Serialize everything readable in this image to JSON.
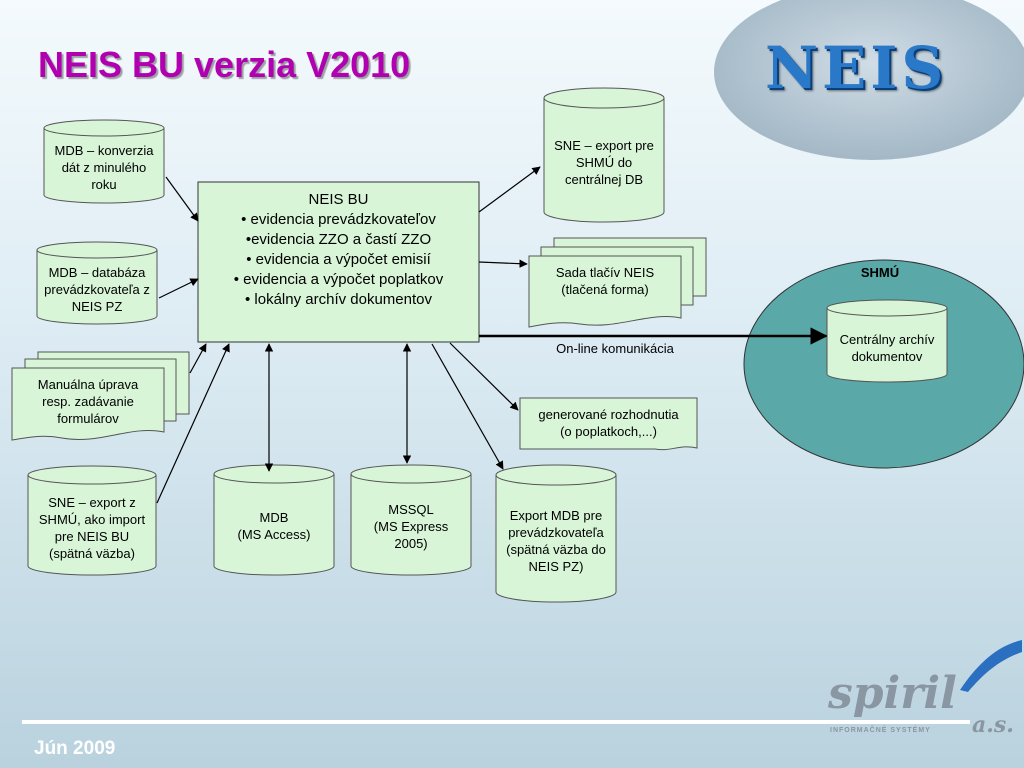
{
  "title": "NEIS BU verzia V2010",
  "footer_date": "Jún 2009",
  "logos": {
    "neis": "NEIS",
    "spiril": "spiril",
    "spiril_suffix": "a.s.",
    "spiril_subtitle": "INFORMAČNÉ SYSTÉMY"
  },
  "colors": {
    "title": "#b000b0",
    "node_fill": "#d8f5d8",
    "shmu_fill": "#5aa8a8",
    "arrow": "#000000"
  },
  "nodes": {
    "mdb_konverzia": "MDB – konverzia\ndát z minulého\nroku",
    "mdb_databaza": "MDB – databáza\nprevádzkovateľa z\nNEIS PZ",
    "manualna_uprava": "Manuálna úprava\nresp. zadávanie\nformulárov",
    "sne_export_shmu": "SNE – export z\nSHMÚ, ako import\npre NEIS BU\n(spätná väzba)",
    "neis_bu": "NEIS BU\n• evidencia prevádzkovateľov\n•evidencia ZZO a častí ZZO\n• evidencia a výpočet emisií\n• evidencia a výpočet poplatkov\n• lokálny archív dokumentov",
    "sne_export_pre_shmu": "SNE – export pre\nSHMÚ do\ncentrálnej DB",
    "sada_tlaciv": "Sada tlačív NEIS\n(tlačená forma)",
    "generovane": "generované rozhodnutia\n(o poplatkoch,...)",
    "export_mdb": "Export MDB pre\nprevádzkovateľa\n(spätná väzba do\nNEIS PZ)",
    "mdb_access": "MDB\n(MS Access)",
    "mssql": "MSSQL\n(MS Express\n2005)",
    "shmu_label": "SHMÚ",
    "centralny_archiv": "Centrálny archív\ndokumentov"
  },
  "edge_labels": {
    "online": "On-line komunikácia"
  }
}
